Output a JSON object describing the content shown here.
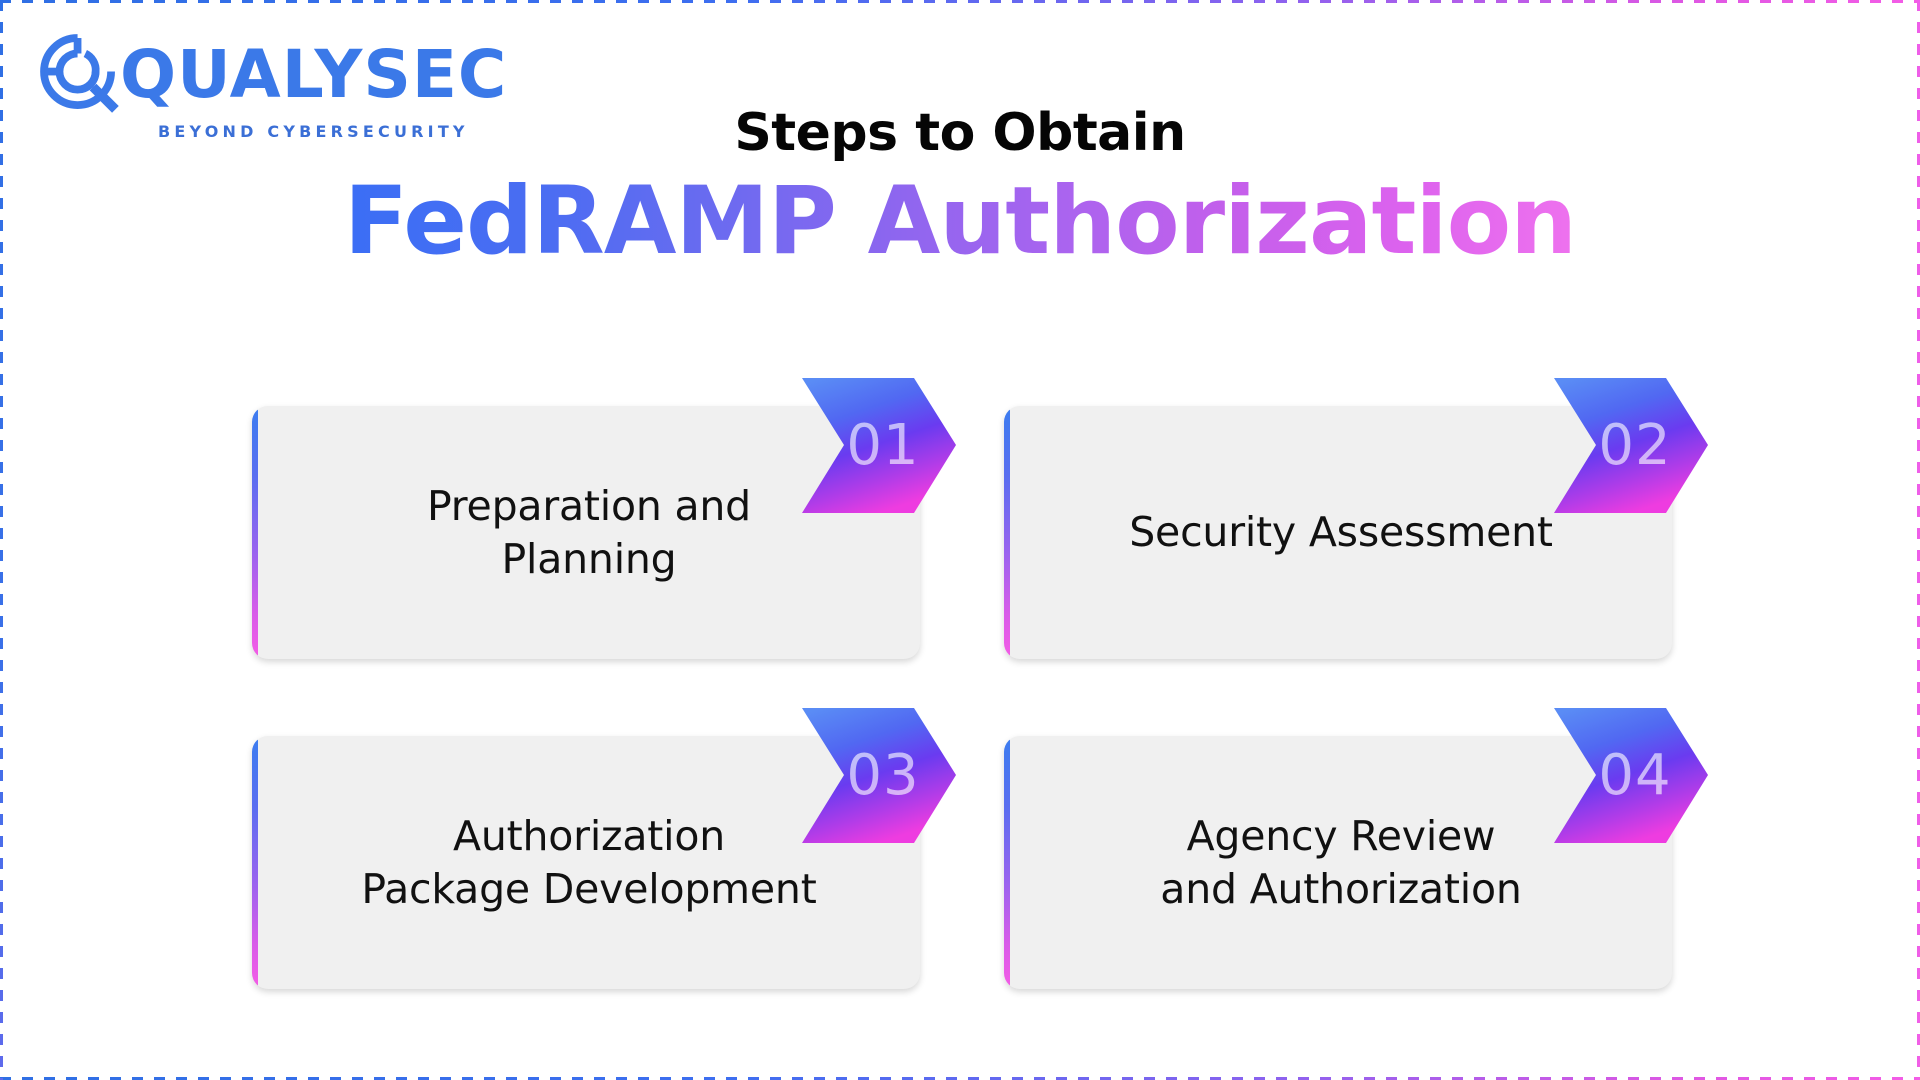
{
  "brand": {
    "logo_mark": "qualysec-q-magnifier",
    "name": "QUALYSEC",
    "tagline": "BEYOND CYBERSECURITY",
    "logo_color": "#3b79e8"
  },
  "heading": {
    "kicker": "Steps to Obtain",
    "title": "FedRAMP Authorization",
    "gradient_from": "#3b6ef5",
    "gradient_to": "#ee72ee"
  },
  "frame": {
    "style": "dashed",
    "gradient_from": "#2f6fe4",
    "gradient_to": "#f45ce6"
  },
  "steps": [
    {
      "number": "01",
      "label": "Preparation and\nPlanning"
    },
    {
      "number": "02",
      "label": "Security Assessment"
    },
    {
      "number": "03",
      "label": "Authorization\nPackage Development"
    },
    {
      "number": "04",
      "label": "Agency Review\nand Authorization"
    }
  ],
  "card_style": {
    "background": "#f0f0f0",
    "edge_gradient_from": "#3b7df0",
    "edge_gradient_to": "#f45ce6",
    "badge_gradient_top": "#4f7bf2",
    "badge_gradient_mid": "#6a3bf0",
    "badge_gradient_bottom": "#ed3ce0"
  }
}
